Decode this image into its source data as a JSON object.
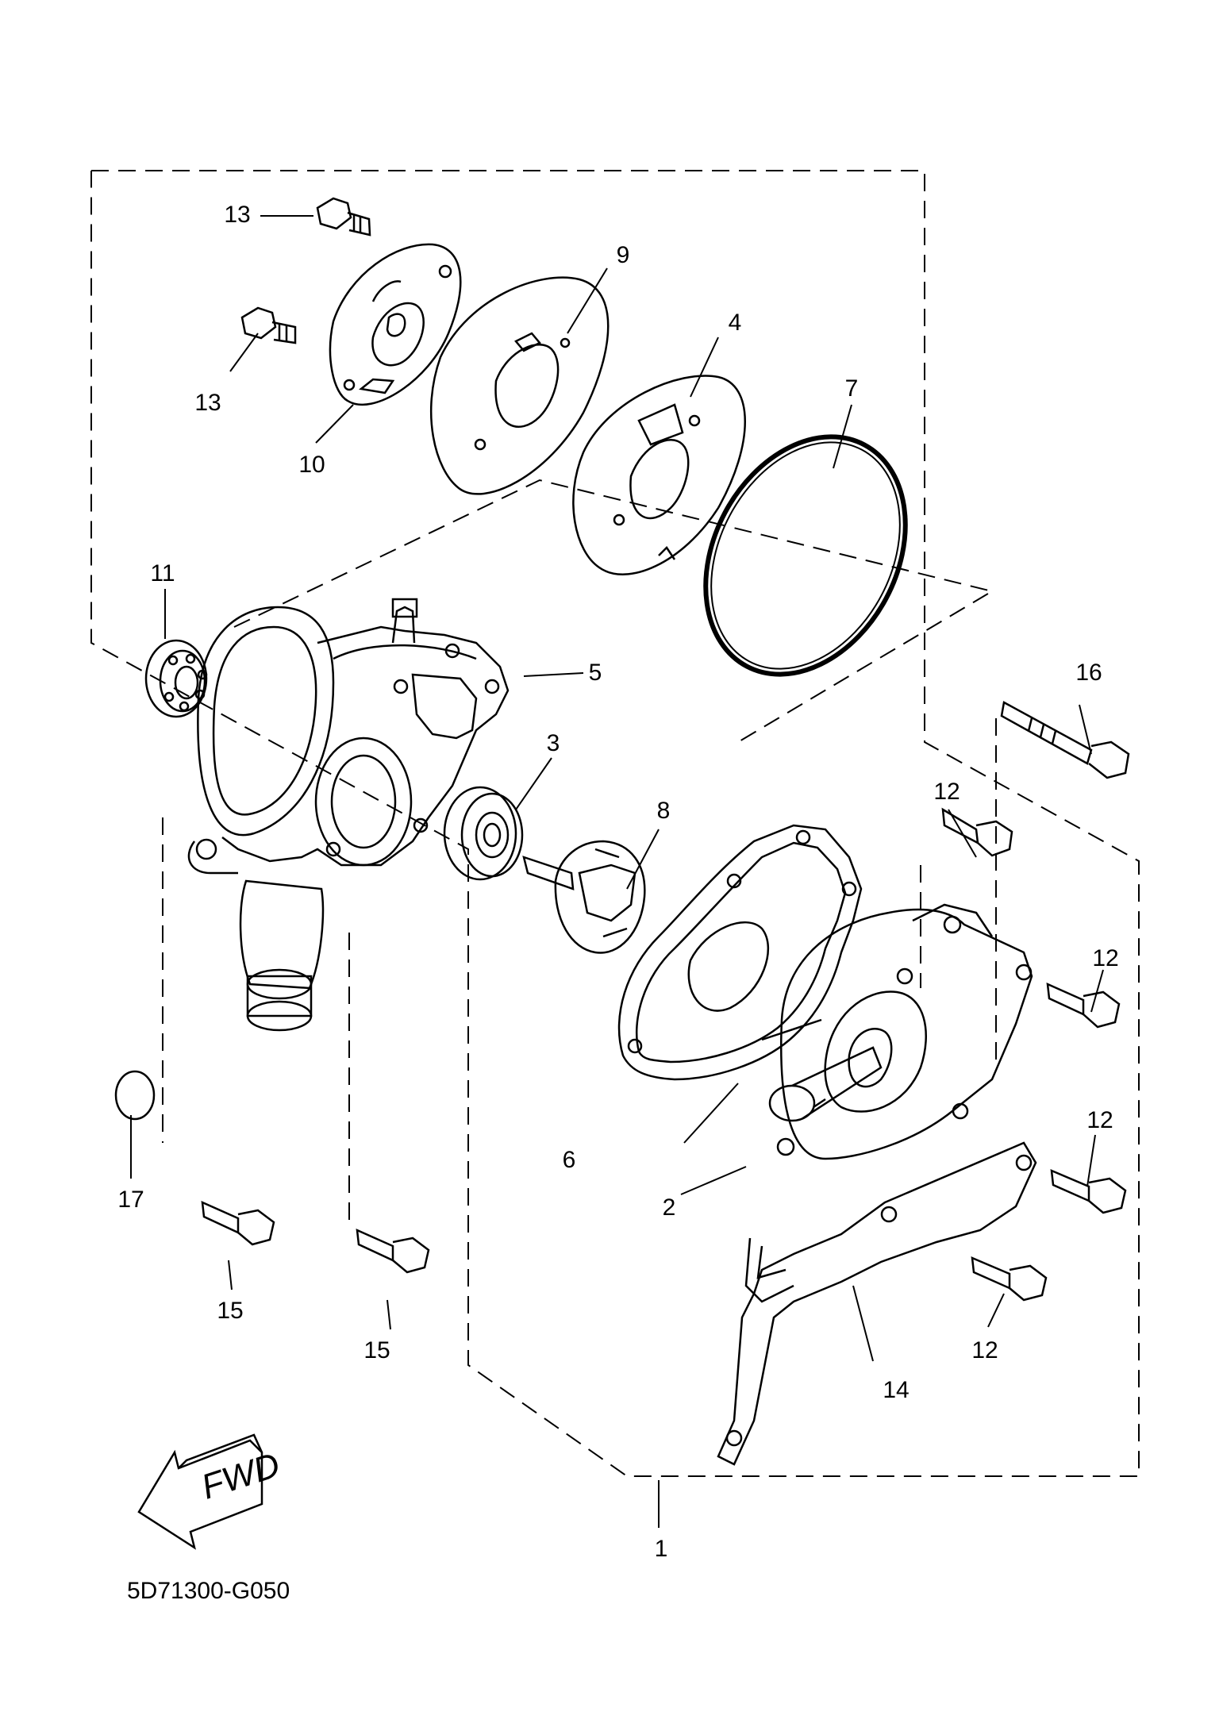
{
  "diagram": {
    "caption": "5D71300-G050",
    "fwd_label": "FWD",
    "callouts": {
      "c1": "1",
      "c2": "2",
      "c3": "3",
      "c4": "4",
      "c5": "5",
      "c6": "6",
      "c7": "7",
      "c8": "8",
      "c9": "9",
      "c10": "10",
      "c11": "11",
      "c12a": "12",
      "c12b": "12",
      "c12c": "12",
      "c12d": "12",
      "c13a": "13",
      "c13b": "13",
      "c14": "14",
      "c15a": "15",
      "c15b": "15",
      "c16": "16",
      "c17": "17"
    }
  }
}
